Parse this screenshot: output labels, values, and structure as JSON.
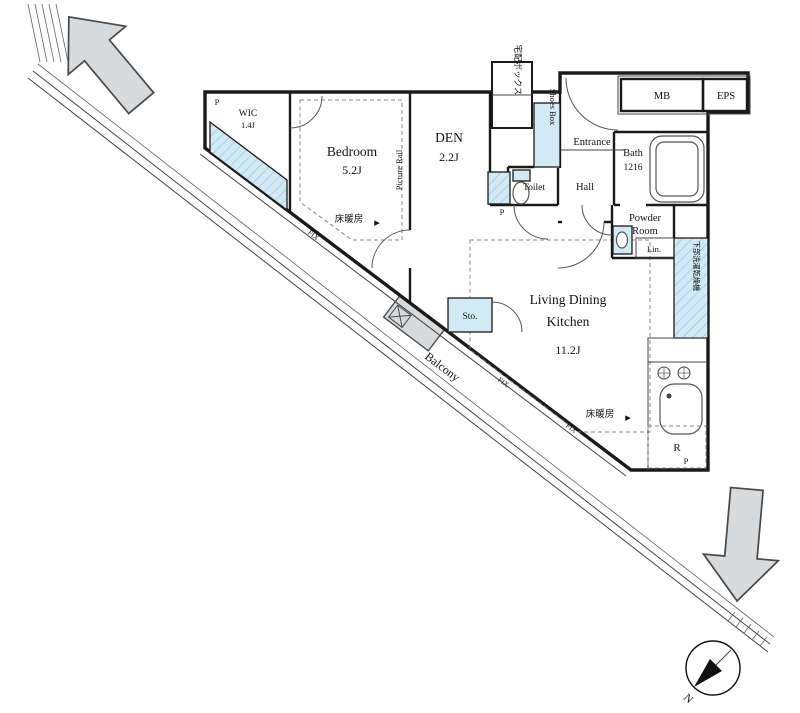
{
  "meta": {
    "kind": "apartment-floor-plan"
  },
  "rooms": {
    "wic_name": "WIC",
    "wic_size": "1.4J",
    "bedroom_name": "Bedroom",
    "bedroom_size": "5.2J",
    "den_name": "DEN",
    "den_size": "2.2J",
    "toilet": "Toilet",
    "hall": "Hall",
    "entrance": "Entrance",
    "shoes_box": "Shoes Box",
    "bath_name": "Bath",
    "bath_size": "1216",
    "powder_line1": "Powder",
    "powder_line2": "Room",
    "linen": "Lin.",
    "ldk_line1": "Living Dining",
    "ldk_line2": "Kitchen",
    "ldk_size": "11.2J",
    "storage": "Sto.",
    "balcony": "Balcony",
    "mb": "MB",
    "eps": "EPS",
    "fridge": "R"
  },
  "labels": {
    "picture_rail": "Picture Rail",
    "floor_heating": "床暖房",
    "heating_arrow": "▶",
    "fix": "FIX",
    "pipe": "P",
    "delivery_box": "宅配ボックス",
    "washer_dryer": "下部洗濯乾燥機",
    "north": "N"
  },
  "colors": {
    "wall": "#1a1a1a",
    "water_blue": "#d2eaf5",
    "water_hatch": "#8cc3da",
    "arrow_gray": "#d8dbde",
    "dash_gray": "#8a8a8a"
  }
}
